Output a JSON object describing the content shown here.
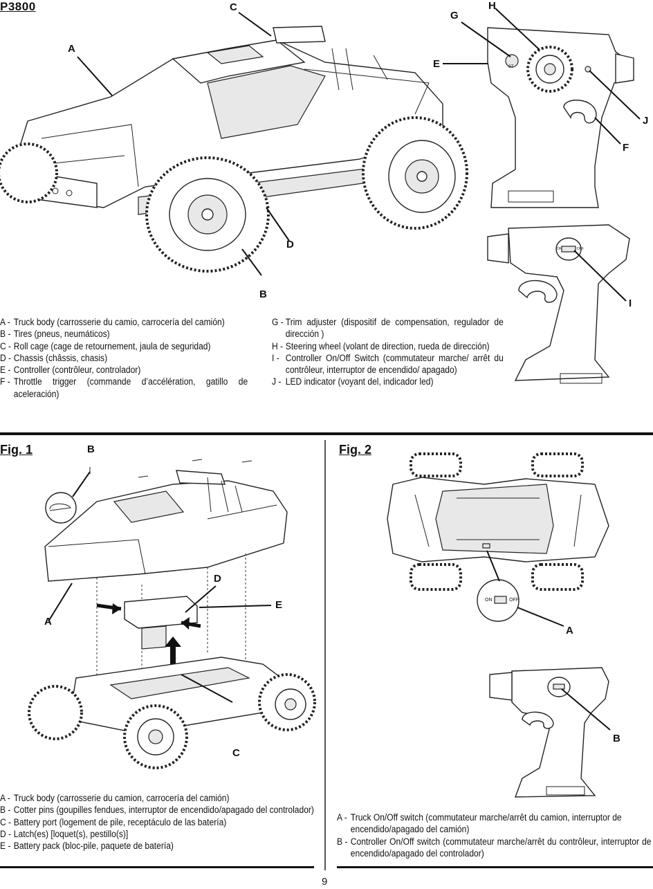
{
  "model": "P3800",
  "callouts_top": {
    "A": "A",
    "B": "B",
    "C": "C",
    "D": "D",
    "E": "E",
    "F": "F",
    "G": "G",
    "H": "H",
    "I": "I",
    "J": "J"
  },
  "legend_top_left": [
    {
      "key": "A -",
      "text": "Truck body (carrosserie du camio, carrocería del camión)"
    },
    {
      "key": "B -",
      "text": "Tires (pneus, neumáticos)"
    },
    {
      "key": "C -",
      "text": "Roll cage (cage de retournement, jaula de seguridad)"
    },
    {
      "key": "D -",
      "text": "Chassis (châssis, chasis)"
    },
    {
      "key": "E -",
      "text": "Controller (contrôleur, controlador)"
    },
    {
      "key": "F -",
      "text": "Throttle trigger (commande d’accélération, gatillo de aceleración)"
    }
  ],
  "legend_top_right": [
    {
      "key": "G -",
      "text": "Trim adjuster (dispositif de compensation, regulador de dirección )"
    },
    {
      "key": "H -",
      "text": "Steering wheel (volant de direction, rueda de dirección)"
    },
    {
      "key": "I -",
      "text": "Controller On/Off Switch (commutateur marche/ arrêt du contrôleur, interruptor de encendido/ apagado)"
    },
    {
      "key": "J -",
      "text": "LED indicator (voyant del, indicador led)"
    }
  ],
  "fig1": {
    "title": "Fig. 1",
    "callouts": {
      "A": "A",
      "B": "B",
      "C": "C",
      "D": "D",
      "E": "E"
    },
    "legend": [
      {
        "key": "A -",
        "text": "Truck body (carrosserie du camion, carrocería del camión)"
      },
      {
        "key": "B -",
        "text": "Cotter pins (goupilles fendues, interruptor de encendido/apagado del controlador)"
      },
      {
        "key": "C -",
        "text": "Battery port (logement de pile, receptáculo de las batería)"
      },
      {
        "key": "D -",
        "text": "Latch(es) [loquet(s), pestillo(s)]"
      },
      {
        "key": "E -",
        "text": "Battery pack (bloc-pile, paquete de batería)"
      }
    ]
  },
  "fig2": {
    "title": "Fig. 2",
    "callouts": {
      "A": "A",
      "B": "B"
    },
    "switch_on": "ON",
    "switch_off": "OFF",
    "trim_label": "ST",
    "legend": [
      {
        "key": "A -",
        "text": "Truck On/Off switch (commutateur marche/arrêt du camion, interruptor de encendido/apagado del camión)"
      },
      {
        "key": "B -",
        "text": "Controller On/Off switch (commutateur marche/arrêt du contrôleur, interruptor de encendido/apagado del controlador)"
      }
    ]
  },
  "page_number": "9"
}
